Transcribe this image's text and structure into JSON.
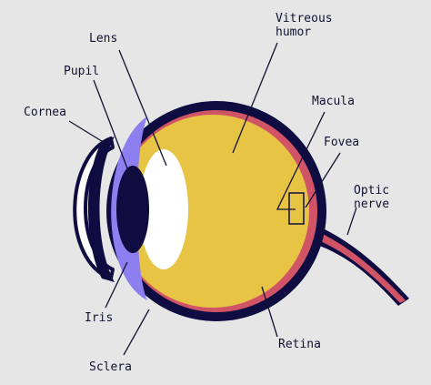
{
  "labels": {
    "vitreous_line1": "Vitreous",
    "vitreous_line2": "humor",
    "lens": "Lens",
    "pupil": "Pupil",
    "cornea": "Cornea",
    "macula": "Macula",
    "fovea": "Fovea",
    "optic_line1": "Optic",
    "optic_line2": "nerve",
    "iris": "Iris",
    "sclera": "Sclera",
    "retina": "Retina"
  },
  "colors": {
    "background": "#e6e6e6",
    "sclera": "#0e0c40",
    "retina": "#d05466",
    "vitreous": "#e7c443",
    "iris": "#8d7ff0",
    "pupil": "#0e0c40",
    "lens": "#ffffff",
    "cornea": "#ffffff",
    "text": "#111133"
  }
}
